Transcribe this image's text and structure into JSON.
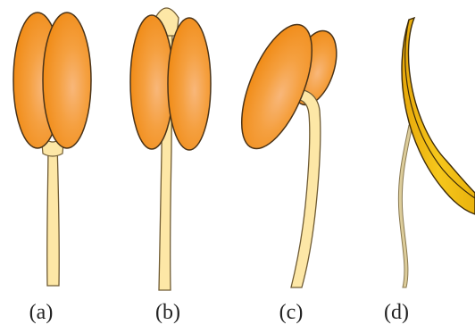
{
  "figure": {
    "colors": {
      "anther_orange": "#f59a22",
      "anther_highlight": "#f8b77a",
      "anther_outline": "#4a3318",
      "filament_cream": "#fde7a6",
      "filament_outline": "#6f5b34",
      "withered_anther": "#f3c112",
      "withered_filament": "#dccc9a"
    },
    "panels": [
      {
        "label": "(a)",
        "icon": "stamen-anthers-side-by-side"
      },
      {
        "label": "(b)",
        "icon": "stamen-filament-extending-between-anthers"
      },
      {
        "label": "(c)",
        "icon": "stamen-bent-filament-tilted-anthers"
      },
      {
        "label": "(d)",
        "icon": "stamen-withered-curved-anther"
      }
    ]
  }
}
